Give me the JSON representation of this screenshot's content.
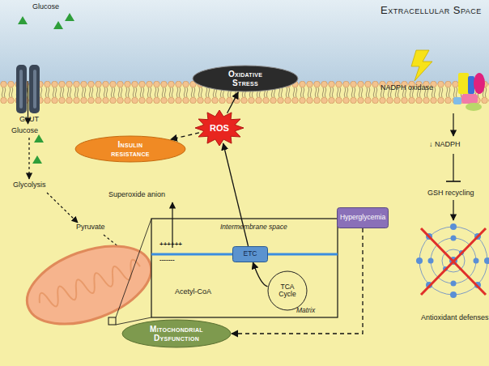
{
  "diagram": {
    "nodes": [
      {
        "text": [
          "Oxidative Stress"
        ]
      },
      {
        "text": [
          "Insulin resistance"
        ]
      },
      {
        "text": [
          "ROS"
        ]
      },
      {
        "text": [
          "Hyperglycemia"
        ]
      },
      {
        "text": [
          "ETC"
        ]
      },
      {
        "text": [
          "TCA Cycle"
        ]
      },
      {
        "text": [
          "Mitochondrial Dysfunction"
        ]
      }
    ],
    "edges": [
      {
        "from": 2,
        "to": 0,
        "arrow": "to"
      },
      {
        "from": 2,
        "to": 1,
        "arrow": "to"
      },
      {
        "from": 4,
        "to": 2,
        "arrow": "to"
      },
      {
        "from": 5,
        "to": 4,
        "arrow": "to"
      },
      {
        "from": 3,
        "to": 6,
        "arrow": "to"
      }
    ],
    "labels": [
      "Extracellular Space",
      "Glucose",
      "GLUT",
      "Glucose",
      "Glycolysis",
      "Pyruvate",
      "Superoxide anion",
      "Intermembrane space",
      "++++++",
      "-------",
      "Acetyl-CoA",
      "Matrix",
      "NADPH oxidase",
      "↓ NADPH",
      "GSH recycling",
      "Antioxidant defenses"
    ]
  }
}
